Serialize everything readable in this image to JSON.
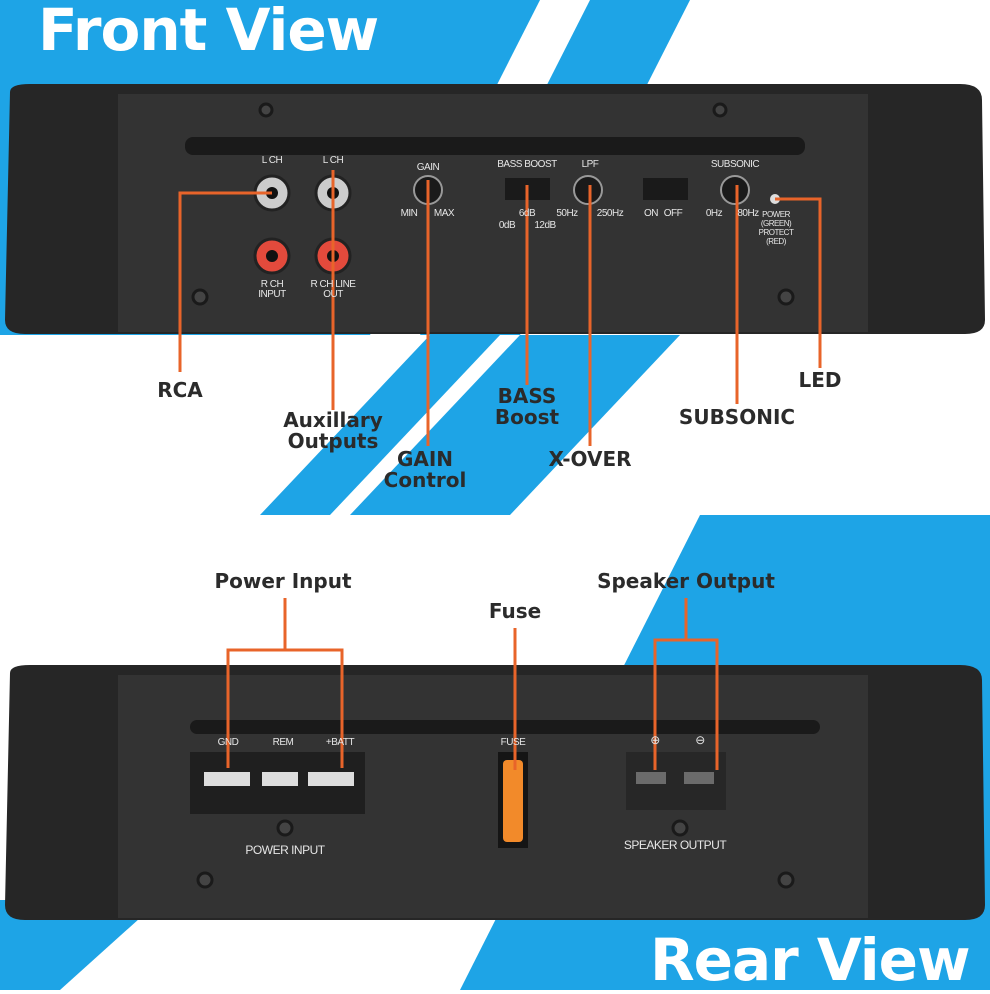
{
  "front": {
    "title": "Front View",
    "panel": {
      "lch1": "L CH",
      "lch2": "L CH",
      "rch_input": "R CH INPUT",
      "rch_lineout": "R CH LINE OUT",
      "gain": "GAIN",
      "gain_min": "MIN",
      "gain_max": "MAX",
      "bass_boost": "BASS BOOST",
      "bb_0": "0dB",
      "bb_6": "6dB",
      "bb_12": "12dB",
      "lpf": "LPF",
      "lpf_50": "50Hz",
      "lpf_250": "250Hz",
      "lpf_on": "ON",
      "lpf_off": "OFF",
      "subsonic": "SUBSONIC",
      "sub_0": "0Hz",
      "sub_80": "80Hz",
      "led": "POWER (GREEN) PROTECT (RED)"
    },
    "callouts": {
      "rca": "RCA",
      "aux": "Auxillary Outputs",
      "gain": "GAIN Control",
      "bass": "BASS Boost",
      "xover": "X-OVER",
      "subsonic": "SUBSONIC",
      "led": "LED"
    }
  },
  "rear": {
    "title": "Rear View",
    "panel": {
      "gnd": "GND",
      "rem": "REM",
      "batt": "+BATT",
      "power_input": "POWER INPUT",
      "fuse": "FUSE",
      "plus": "⊕",
      "minus": "⊖",
      "speaker_output": "SPEAKER OUTPUT"
    },
    "callouts": {
      "power": "Power Input",
      "fuse": "Fuse",
      "speaker": "Speaker Output"
    }
  },
  "colors": {
    "blue": "#1ea4e6",
    "orange": "#e8642a",
    "body": "#2a2a2a"
  }
}
